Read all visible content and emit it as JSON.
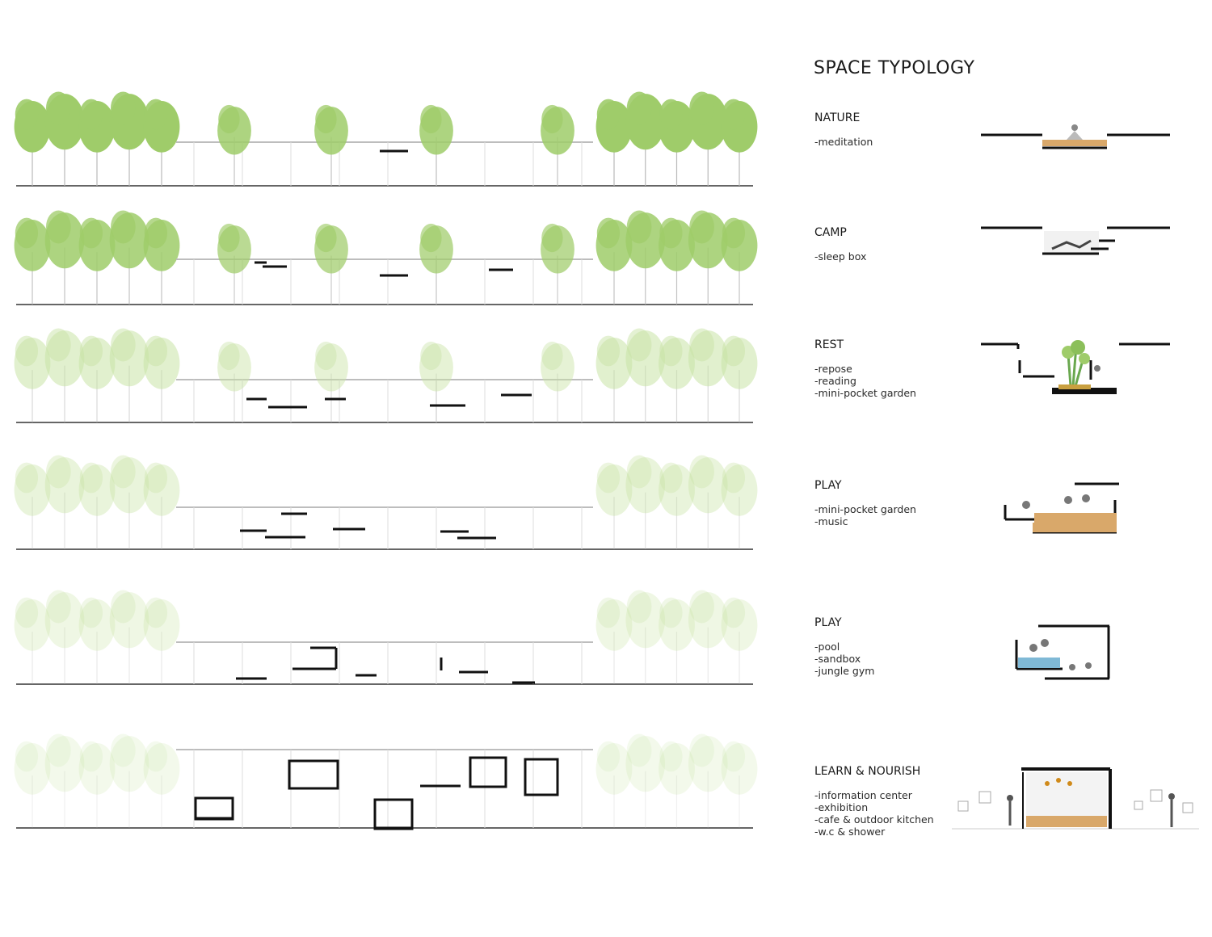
{
  "title": "SPACE TYPOLOGY",
  "palette": {
    "tree_light": "#c9e3a6",
    "tree_mid": "#9fcc6a",
    "tree_faded": "#e4f0d6",
    "structure": "#111111",
    "ground": "#333333",
    "deck_wood": "#d9a86a",
    "pool_water": "#7fb9d6"
  },
  "typologies": [
    {
      "name": "NATURE",
      "items": [
        "-meditation"
      ]
    },
    {
      "name": "CAMP",
      "items": [
        "-sleep box"
      ]
    },
    {
      "name": "REST",
      "items": [
        "-repose",
        "-reading",
        "-mini-pocket garden"
      ]
    },
    {
      "name": "PLAY",
      "items": [
        "-mini-pocket garden",
        "-music"
      ]
    },
    {
      "name": "PLAY",
      "items": [
        "-pool",
        "-sandbox",
        "-jungle gym"
      ]
    },
    {
      "name": "LEARN & NOURISH",
      "items": [
        "-information center",
        "-exhibition",
        "-cafe & outdoor kitchen",
        "-w.c & shower"
      ]
    }
  ],
  "diagram_icons": [
    "section-nature-diagram",
    "section-camp-diagram",
    "section-rest-diagram",
    "section-play-garden-diagram",
    "section-play-pool-diagram",
    "section-learn-nourish-diagram"
  ]
}
